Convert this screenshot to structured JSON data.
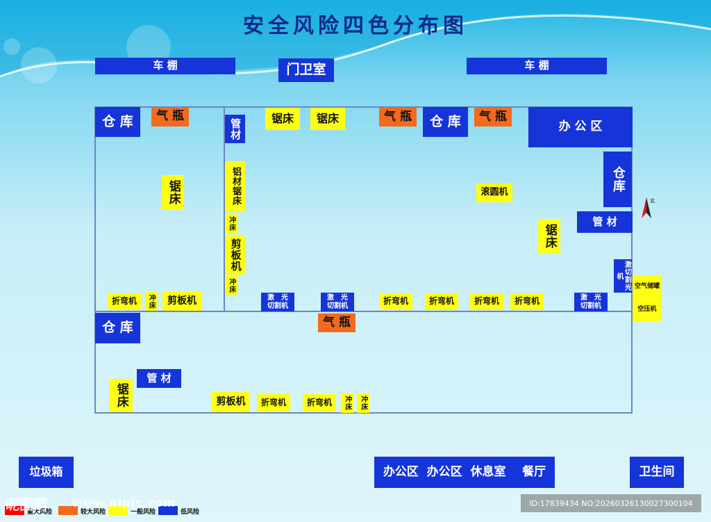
{
  "title": "安全风险四色分布图",
  "colors": {
    "major": "#ff0000",
    "large": "#f26b1d",
    "general": "#ffff13",
    "low": "#1535d8",
    "wall": "#6c86c0"
  },
  "top": {
    "carport_left": "车 棚",
    "gate_room": "门卫室",
    "carport_right": "车 棚"
  },
  "zones": {
    "warehouse_1": "仓 库",
    "gas_cylinder_1": "气 瓶",
    "pipe_label": "管材",
    "saw_1": "锯床",
    "saw_2": "锯床",
    "gas_cylinder_2": "气 瓶",
    "warehouse_2": "仓 库",
    "gas_cylinder_3": "气 瓶",
    "office_area": "办 公 区",
    "warehouse_3": "仓库",
    "aluminum_saw": "铝材锯床",
    "saw_3": "锯床",
    "rolling_machine": "滚圆机",
    "pipe_material_1": "管 材",
    "saw_4": "锯床",
    "punch_1": "冲床",
    "shear_1": "剪板机",
    "punch_2": "冲床",
    "laser_cutter_vertical": "激切割光机",
    "air_tank": "空气储罐",
    "air_compressor": "空压机",
    "bender_1": "折弯机",
    "punch_3": "冲床",
    "shear_2": "剪板机",
    "laser_1": "激　光\n切割机",
    "laser_2": "激　光\n切割机",
    "bender_2": "折弯机",
    "bender_3": "折弯机",
    "bender_4": "折弯机",
    "bender_5": "折弯机",
    "laser_3": "激　光\n切割机",
    "warehouse_4": "仓 库",
    "gas_cylinder_4": "气 瓶",
    "pipe_material_2": "管 材",
    "saw_5": "锯床",
    "shear_3": "剪板机",
    "bender_6": "折弯机",
    "bender_7": "折弯机",
    "punch_4": "冲床",
    "punch_5": "冲床"
  },
  "bottom": {
    "garbage_bin": "垃圾箱",
    "office_row": "办公区  办公区  休息室    餐厅",
    "restroom": "卫生间"
  },
  "compass": {
    "label": "北",
    "icon": "north-arrow-icon"
  },
  "legend": [
    {
      "label": "重大风险",
      "color": "#ff0000"
    },
    {
      "label": "较大风险",
      "color": "#f26b1d"
    },
    {
      "label": "一般风险",
      "color": "#ffff13"
    },
    {
      "label": "低风险",
      "color": "#1535d8"
    }
  ],
  "watermark": {
    "site_name": "昵图网",
    "url": "www.nipic.com",
    "id_text": "ID:17839434 NO:20260326130027300104"
  }
}
